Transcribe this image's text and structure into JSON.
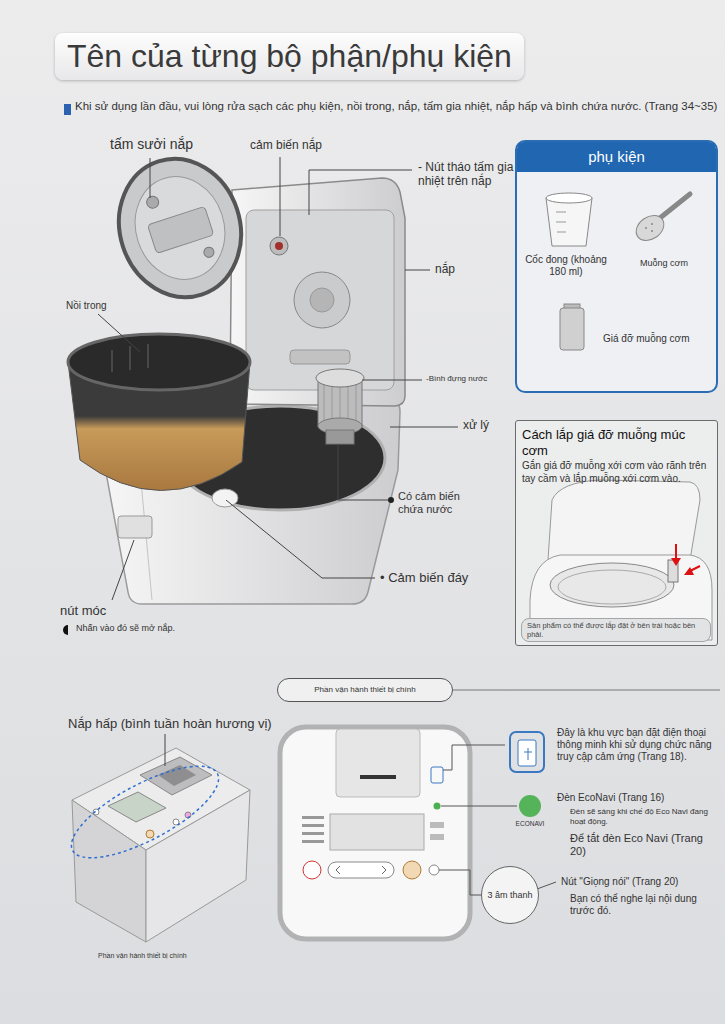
{
  "diagram": {
    "title": "Tên của từng bộ phận/phụ kiện",
    "nodes": [
      {
        "text": [
          "phụ kiện"
        ]
      },
      {
        "text": [
          "Cách lắp giá đỡ muỗng múc cơm",
          "Gắn giá đỡ muỗng xới cơm vào rãnh trên tay cầm và lắp muỗng xới cơm vào."
        ]
      },
      {
        "text": [
          "Sản phẩm có thể được lắp đặt ở bên trái hoặc bên phải."
        ],
        "in": 1
      },
      {
        "text": [
          "Phần vận hành thiết bị chính"
        ]
      },
      {
        "text": [
          "3 âm thanh"
        ]
      }
    ],
    "labels": [
      "Khi sử dụng lần đầu, vui lòng rửa sạch các phụ kiện, nồi trong, nắp, tấm gia nhiệt, nắp hấp và bình chứa nước. (Trang 34~35)",
      "tấm sưởi nắp",
      "cảm biến nắp",
      "- Nút tháo tấm gia nhiệt trên nắp",
      "nắp",
      "Nồi trong",
      "-Bình đựng nước",
      "xử lý",
      "Có cảm biến chứa nước",
      "• Cảm biến đáy",
      "nút móc",
      "Nhấn vào đó sẽ mở nắp.",
      "Cốc đong (khoảng 180 ml)",
      "Muỗng cơm",
      "Giá đỡ muỗng cơm",
      "Nắp hấp (bình tuần hoàn hương vị)",
      "Phần vận hành thiết bị chính",
      "Đây là khu vực bạn đặt điện thoại thông minh khi sử dụng chức năng truy cập cảm ứng (Trang 18).",
      "Đèn EcoNavi (Trang 16)",
      "ECONAVI",
      "Đèn sẽ sáng khi chế độ Eco Navi đang hoạt động.",
      "Để tắt đèn Eco Navi (Trang 20)",
      "Nút \"Giọng nói\" (Trang 20)",
      "Bạn có thể nghe lại nội dung trước đó."
    ]
  }
}
